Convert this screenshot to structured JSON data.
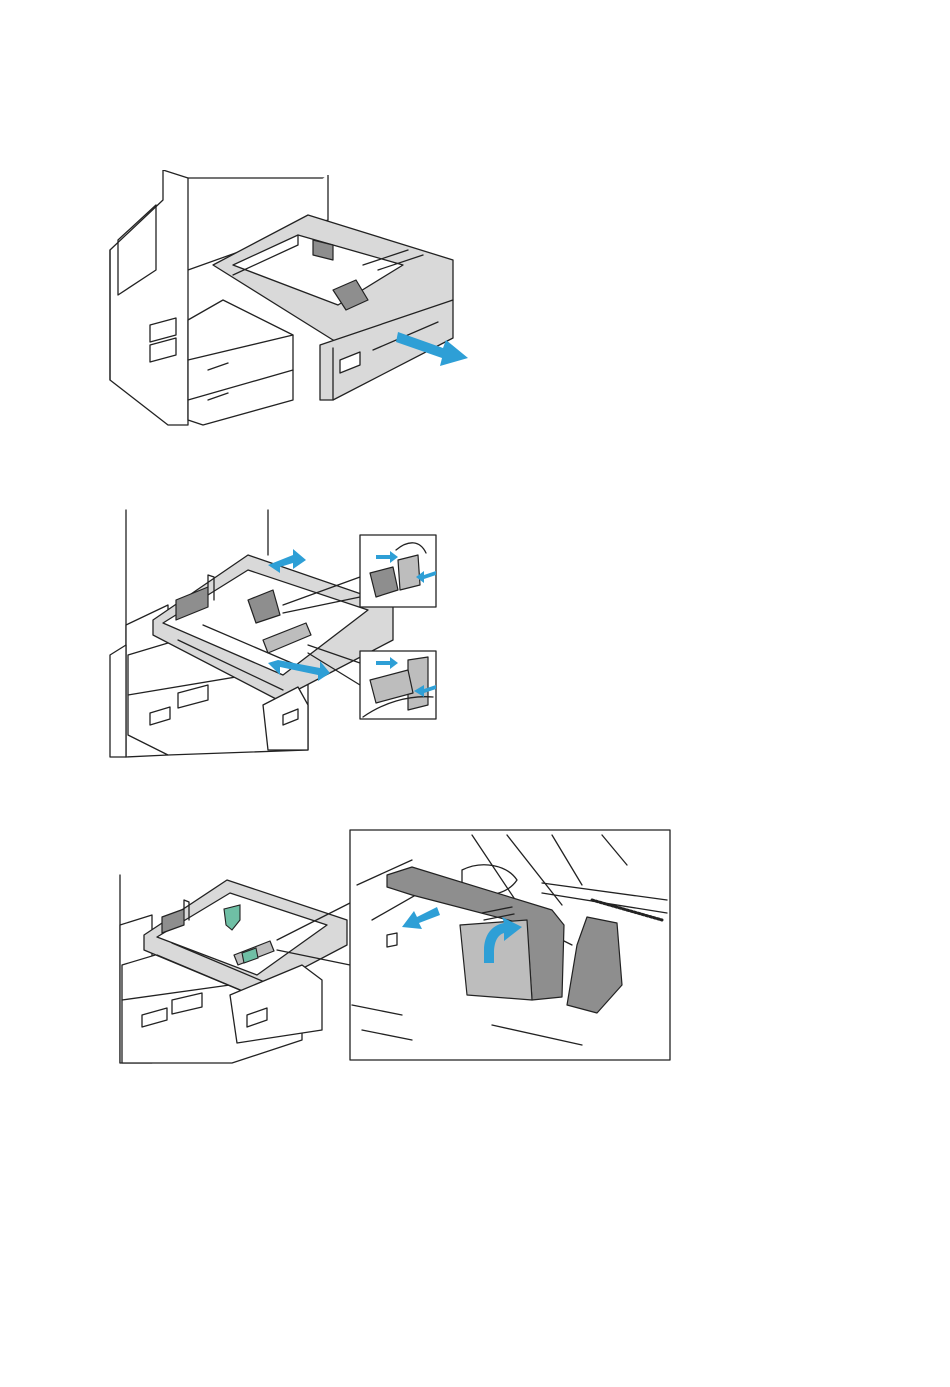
{
  "document": {
    "figures": [
      {
        "id": "step-1",
        "icons": [
          "printer-icon",
          "tray-pull-arrow-icon"
        ]
      },
      {
        "id": "step-2",
        "icons": [
          "paper-guide-icon",
          "squeeze-arrow-icon",
          "slide-arrow-icon"
        ]
      },
      {
        "id": "step-3",
        "icons": [
          "length-guide-icon",
          "lift-arrow-icon",
          "detail-inset"
        ]
      }
    ],
    "colors": {
      "accent": "#2e9fd6",
      "tray_gray": "#d9d9d9",
      "guide_dark": "#8e8e8e",
      "highlight_green": "#6fbfa5"
    }
  }
}
